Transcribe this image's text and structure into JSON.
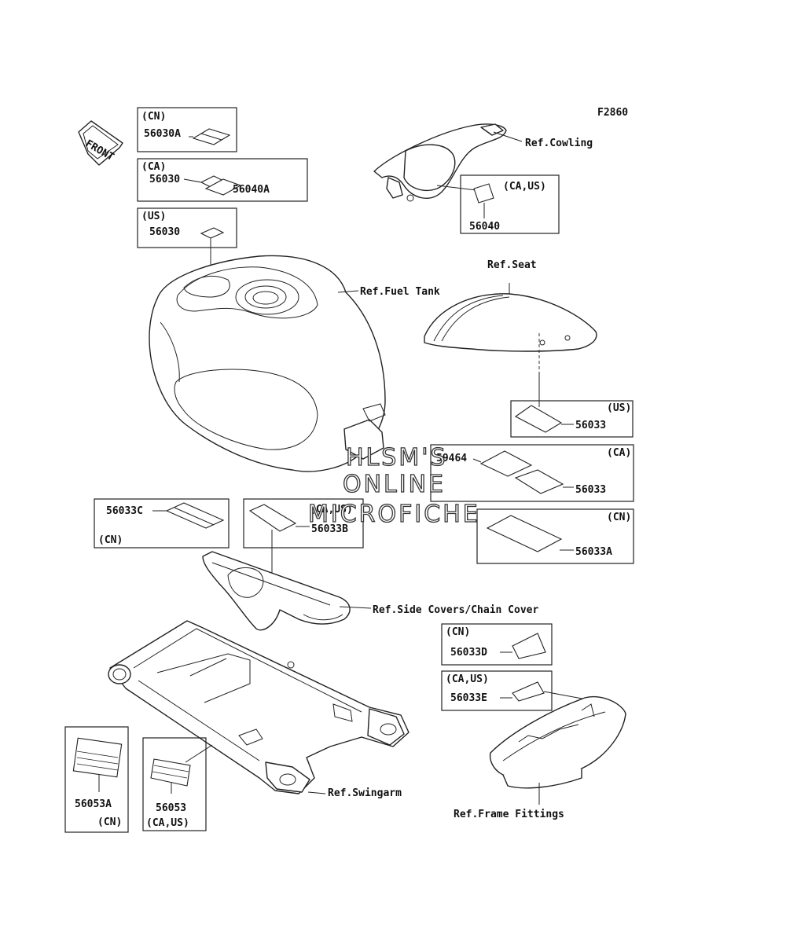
{
  "figure_code": "F2860",
  "front_marker": "FRONT",
  "watermark": [
    "HLSM'S",
    "ONLINE",
    "MICROFICHE"
  ],
  "refs": {
    "cowling": "Ref.Cowling",
    "seat": "Ref.Seat",
    "fuel_tank": "Ref.Fuel Tank",
    "side_covers": "Ref.Side Covers/Chain Cover",
    "swingarm": "Ref.Swingarm",
    "frame_fittings": "Ref.Frame Fittings"
  },
  "callouts": {
    "cn_56030a": {
      "region": "(CN)",
      "part": "56030A"
    },
    "ca_56030": {
      "region": "(CA)",
      "part": "56030",
      "part2": "56040A"
    },
    "us_56030": {
      "region": "(US)",
      "part": "56030"
    },
    "cowl_56040": {
      "region": "(CA,US)",
      "part": "56040"
    },
    "seat_us": {
      "region": "(US)",
      "part": "56033"
    },
    "seat_ca": {
      "region": "(CA)",
      "part": "59464",
      "part2": "56033"
    },
    "seat_cn": {
      "region": "(CN)",
      "part": "56033A"
    },
    "side_cn": {
      "region": "(CN)",
      "part": "56033C"
    },
    "side_caus": {
      "region": "(CA,US)",
      "part": "56033B"
    },
    "frame_cn": {
      "region": "(CN)",
      "part": "56033D"
    },
    "frame_caus": {
      "region": "(CA,US)",
      "part": "56033E"
    },
    "swing_cn": {
      "region": "(CN)",
      "part": "56053A"
    },
    "swing_caus": {
      "region": "(CA,US)",
      "part": "56053"
    }
  }
}
